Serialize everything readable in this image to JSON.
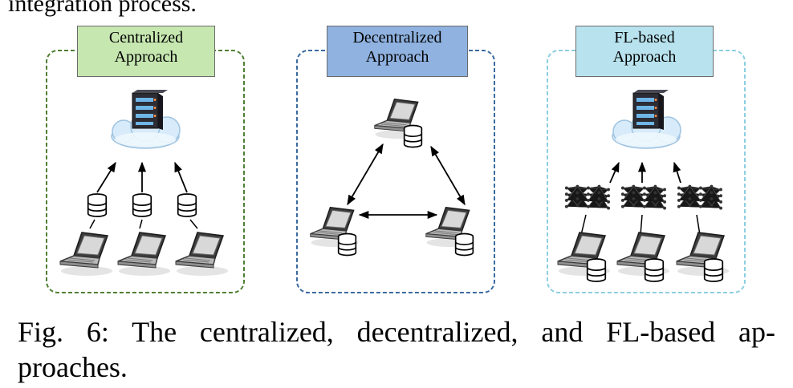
{
  "top_fragment": "integration process.",
  "panels": [
    {
      "title_line1": "Centralized",
      "title_line2": "Approach",
      "color": "#c6e7b0"
    },
    {
      "title_line1": "Decentralized",
      "title_line2": "Approach",
      "color": "#8fb2e0"
    },
    {
      "title_line1": "FL-based",
      "title_line2": "Approach",
      "color": "#b8e3ee"
    }
  ],
  "caption": {
    "line1": "Fig. 6: The centralized, decentralized, and FL-based ap-",
    "line2": "proaches."
  },
  "colors": {
    "centralized_border": "#4f7f33",
    "decentralized_border": "#3a6aa0",
    "fl_border": "#8ccfe0"
  },
  "icons": [
    "server-icon",
    "cloud-icon",
    "laptop-icon",
    "database-icon",
    "neural-network-icon"
  ]
}
